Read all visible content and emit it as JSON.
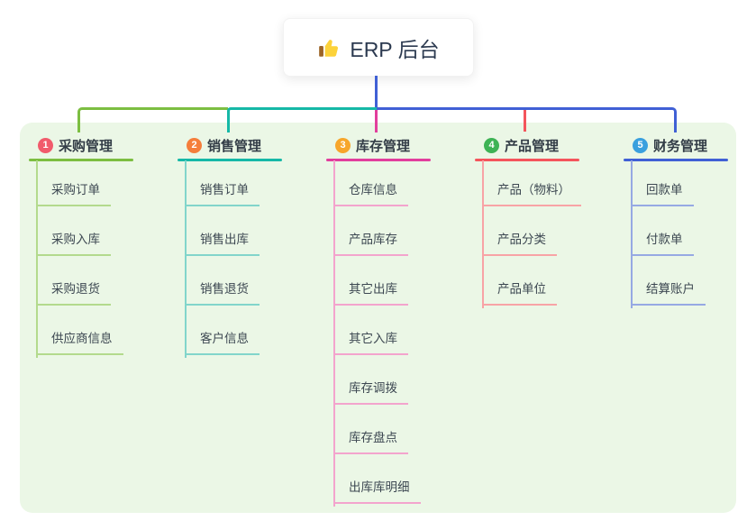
{
  "root": {
    "title": "ERP 后台",
    "icon": "thumbs-up"
  },
  "canvas": {
    "background": "#ffffff",
    "panel_background": "#ebf7e6"
  },
  "branches": [
    {
      "badge": "1",
      "badge_color": "#f15b6c",
      "title": "采购管理",
      "color": "#7cbe41",
      "light_color": "#b3da8d",
      "children": [
        "采购订单",
        "采购入库",
        "采购退货",
        "供应商信息"
      ]
    },
    {
      "badge": "2",
      "badge_color": "#f57e3b",
      "title": "销售管理",
      "color": "#16b8a7",
      "light_color": "#82d5cb",
      "children": [
        "销售订单",
        "销售出库",
        "销售退货",
        "客户信息"
      ]
    },
    {
      "badge": "3",
      "badge_color": "#f7a62b",
      "title": "库存管理",
      "color": "#e23e9d",
      "light_color": "#f3a4cd",
      "children": [
        "仓库信息",
        "产品库存",
        "其它出库",
        "其它入库",
        "库存调拨",
        "库存盘点",
        "出库库明细"
      ]
    },
    {
      "badge": "4",
      "badge_color": "#3eb355",
      "title": "产品管理",
      "color": "#f4555c",
      "light_color": "#f8a3a6",
      "children": [
        "产品（物料）",
        "产品分类",
        "产品单位"
      ]
    },
    {
      "badge": "5",
      "badge_color": "#3aa0de",
      "title": "财务管理",
      "color": "#4060d5",
      "light_color": "#96a9e3",
      "children": [
        "回款单",
        "付款单",
        "结算账户"
      ]
    }
  ]
}
